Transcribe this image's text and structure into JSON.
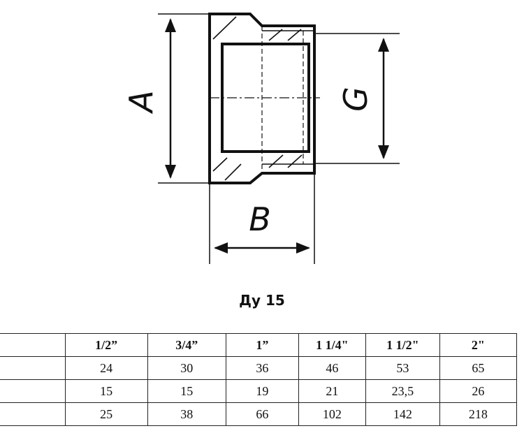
{
  "drawing": {
    "labels": {
      "a": "A",
      "b": "B",
      "g": "G"
    }
  },
  "caption": "Ду 15",
  "table": {
    "header": [
      "",
      "1/2”",
      "3/4”",
      "1”",
      "1 1/4\"",
      "1 1/2\"",
      "2\""
    ],
    "rows": [
      [
        "",
        "24",
        "30",
        "36",
        "46",
        "53",
        "65"
      ],
      [
        "",
        "15",
        "15",
        "19",
        "21",
        "23,5",
        "26"
      ],
      [
        "",
        "25",
        "38",
        "66",
        "102",
        "142",
        "218"
      ]
    ]
  }
}
